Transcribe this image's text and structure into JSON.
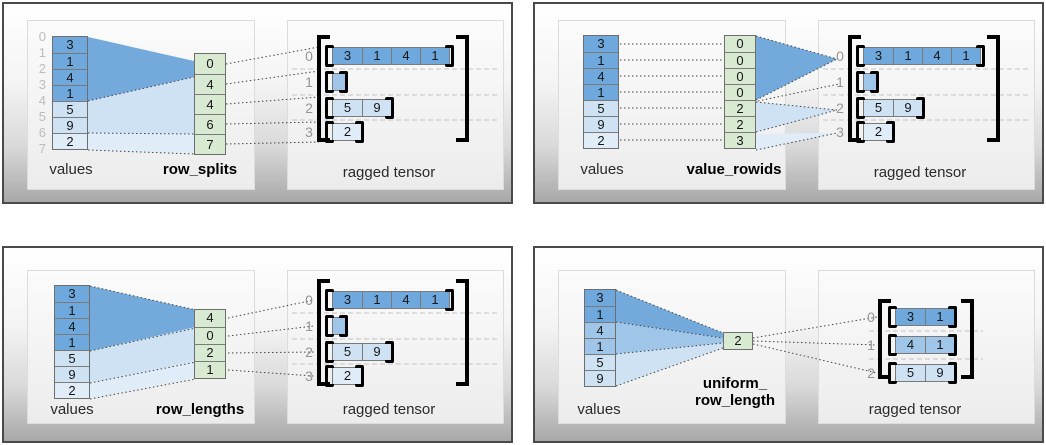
{
  "colors": {
    "cell_blue_dark": "#6fa8dc",
    "cell_blue_medium": "#9fc5e8",
    "cell_blue_light": "#cfe2f3",
    "cell_blue_lightest": "#e0ecf8",
    "cell_green": "#d9ead3",
    "index_gray": "#bcbcbc",
    "panel_border": "#4a4a4a"
  },
  "panels": [
    {
      "values_label": "values",
      "method_label": "row_splits",
      "ragged_label": "ragged tensor",
      "values": [
        "3",
        "1",
        "4",
        "1",
        "5",
        "9",
        "2"
      ],
      "value_indices": [
        "0",
        "1",
        "2",
        "3",
        "4",
        "5",
        "6",
        "7"
      ],
      "method_values": [
        "0",
        "4",
        "4",
        "6",
        "7"
      ],
      "row_indices": [
        "0",
        "1",
        "2",
        "3"
      ],
      "rows": [
        [
          "3",
          "1",
          "4",
          "1"
        ],
        [],
        [
          "5",
          "9"
        ],
        [
          "2"
        ]
      ]
    },
    {
      "values_label": "values",
      "method_label": "value_rowids",
      "ragged_label": "ragged tensor",
      "values": [
        "3",
        "1",
        "4",
        "1",
        "5",
        "9",
        "2"
      ],
      "method_values": [
        "0",
        "0",
        "0",
        "0",
        "2",
        "2",
        "3"
      ],
      "row_indices": [
        "0",
        "1",
        "2",
        "3"
      ],
      "rows": [
        [
          "3",
          "1",
          "4",
          "1"
        ],
        [],
        [
          "5",
          "9"
        ],
        [
          "2"
        ]
      ]
    },
    {
      "values_label": "values",
      "method_label": "row_lengths",
      "ragged_label": "ragged tensor",
      "values": [
        "3",
        "1",
        "4",
        "1",
        "5",
        "9",
        "2"
      ],
      "method_values": [
        "4",
        "0",
        "2",
        "1"
      ],
      "row_indices": [
        "0",
        "1",
        "2",
        "3"
      ],
      "rows": [
        [
          "3",
          "1",
          "4",
          "1"
        ],
        [],
        [
          "5",
          "9"
        ],
        [
          "2"
        ]
      ]
    },
    {
      "values_label": "values",
      "method_label_line1": "uniform_",
      "method_label_line2": "row_length",
      "ragged_label": "ragged tensor",
      "values": [
        "3",
        "1",
        "4",
        "1",
        "5",
        "9"
      ],
      "method_values": [
        "2"
      ],
      "row_indices": [
        "0",
        "1",
        "2"
      ],
      "rows": [
        [
          "3",
          "1"
        ],
        [
          "4",
          "1"
        ],
        [
          "5",
          "9"
        ]
      ]
    }
  ]
}
